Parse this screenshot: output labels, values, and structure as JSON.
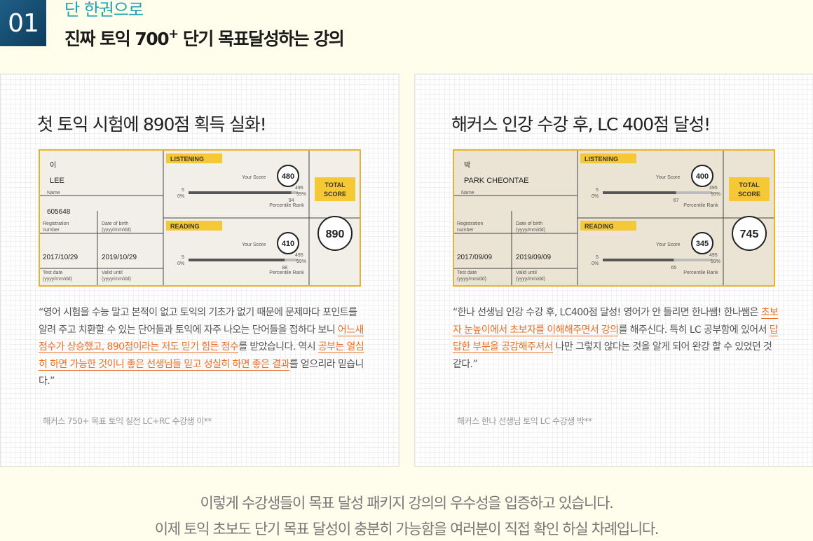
{
  "header": {
    "number": "01",
    "subtitle": "단 한권으로",
    "title_pre": "진짜 토익 700",
    "title_sup": "+",
    "title_post": " 단기 목표달성하는 강의"
  },
  "reviews": [
    {
      "title": "첫 토익 시험에 890점 획득 실화!",
      "score_report": {
        "listening_label": "LISTENING",
        "reading_label": "READING",
        "total_label_1": "TOTAL",
        "total_label_2": "SCORE",
        "your_score_label": "Your Score",
        "percentile_label": "Percentile Rank",
        "name_label": "Name",
        "name_line1": "이",
        "name_line2": "LEE",
        "reg_label_1": "Registration",
        "reg_label_2": "number",
        "reg_number": "605648",
        "dob_label_1": "Date of birth",
        "dob_label_2": "(yyyy/mm/dd)",
        "test_date": "2017/10/29",
        "valid_until": "2019/10/29",
        "test_date_label_1": "Test date",
        "test_date_label_2": "(yyyy/mm/dd)",
        "valid_label_1": "Valid until",
        "valid_label_2": "(yyyy/mm/dd)",
        "listening_score": "480",
        "listening_percentile": "94",
        "reading_score": "410",
        "reading_percentile": "88",
        "scale_min": "5",
        "scale_max": "495",
        "pct_min": "0%",
        "pct_max": "99%",
        "total_score": "890"
      },
      "quote_parts": [
        {
          "t": "“영어 시험을 수능 말고 본적이 없고 토익의 기초가 없기 때문에 문제마다 포인트를 알려 주고 치환할 수 있는 단어들과 토익에 자주 나오는 단어들을 접하다 보니 ",
          "hl": false
        },
        {
          "t": "어느새 점수가 상승했고, 890점이라는 저도 믿기 힘든 점수",
          "hl": true
        },
        {
          "t": "를 받았습니다. 역시 ",
          "hl": false
        },
        {
          "t": "공부는 열심히 하면 가능한 것이니 좋은 선생님들 믿고 성실히 하면 좋은 결과",
          "hl": true
        },
        {
          "t": "를 얻으리라 믿습니다.”",
          "hl": false
        }
      ],
      "author": "해커스 750+ 목표 토익 실전 LC+RC 수강생 이**"
    },
    {
      "title": "해커스 인강 수강 후, LC 400점 달성!",
      "score_report": {
        "listening_label": "LISTENING",
        "reading_label": "READING",
        "total_label_1": "TOTAL",
        "total_label_2": "SCORE",
        "your_score_label": "Your Score",
        "percentile_label": "Percentile Rank",
        "name_label": "Name",
        "name_line1": "박",
        "name_line2": "PARK CHEONTAE",
        "reg_label_1": "Registration",
        "reg_label_2": "number",
        "dob_label_1": "Date of birth",
        "dob_label_2": "(yyyy/mm/dd)",
        "test_date": "2017/09/09",
        "valid_until": "2019/09/09",
        "test_date_label_1": "Test date",
        "test_date_label_2": "(yyyy/mm/dd)",
        "valid_label_1": "Valid until",
        "valid_label_2": "(yyyy/mm/dd)",
        "listening_score": "400",
        "listening_percentile": "67",
        "reading_score": "345",
        "reading_percentile": "65",
        "scale_min": "5",
        "scale_max": "495",
        "pct_min": "0%",
        "pct_max": "99%",
        "total_score": "745"
      },
      "quote_parts": [
        {
          "t": "“한나 선생님 인강 수강 후, LC400점 달성! 영어가 안 들리면 한나쌤! 한나쌤은 ",
          "hl": false
        },
        {
          "t": "초보자 눈높이에서 초보자를 이해해주면서 강의",
          "hl": true
        },
        {
          "t": "를 해주신다. 특히 LC 공부함에 있어서 ",
          "hl": false
        },
        {
          "t": "답답한 부분을 공감해주셔서",
          "hl": true
        },
        {
          "t": " 나만 그렇지 않다는 것을 알게 되어 완강 할 수 있었던 것 같다.”",
          "hl": false
        }
      ],
      "author": "해커스 한나 선생님 토익 LC 수강생 박**"
    }
  ],
  "footer": {
    "line1": "이렇게 수강생들이 목표 달성 패키지 강의의 우수성을 입증하고 있습니다.",
    "line2": "이제 토익 초보도 단기 목표 달성이 충분히 가능함을 여러분이 직접 확인 하실 차례입니다."
  },
  "colors": {
    "accent_teal": "#1ea3b2",
    "badge_navy": "#12496c",
    "highlight_orange": "#e8712a",
    "frame_gold": "#e9b230",
    "label_yellow": "#f4c935"
  }
}
